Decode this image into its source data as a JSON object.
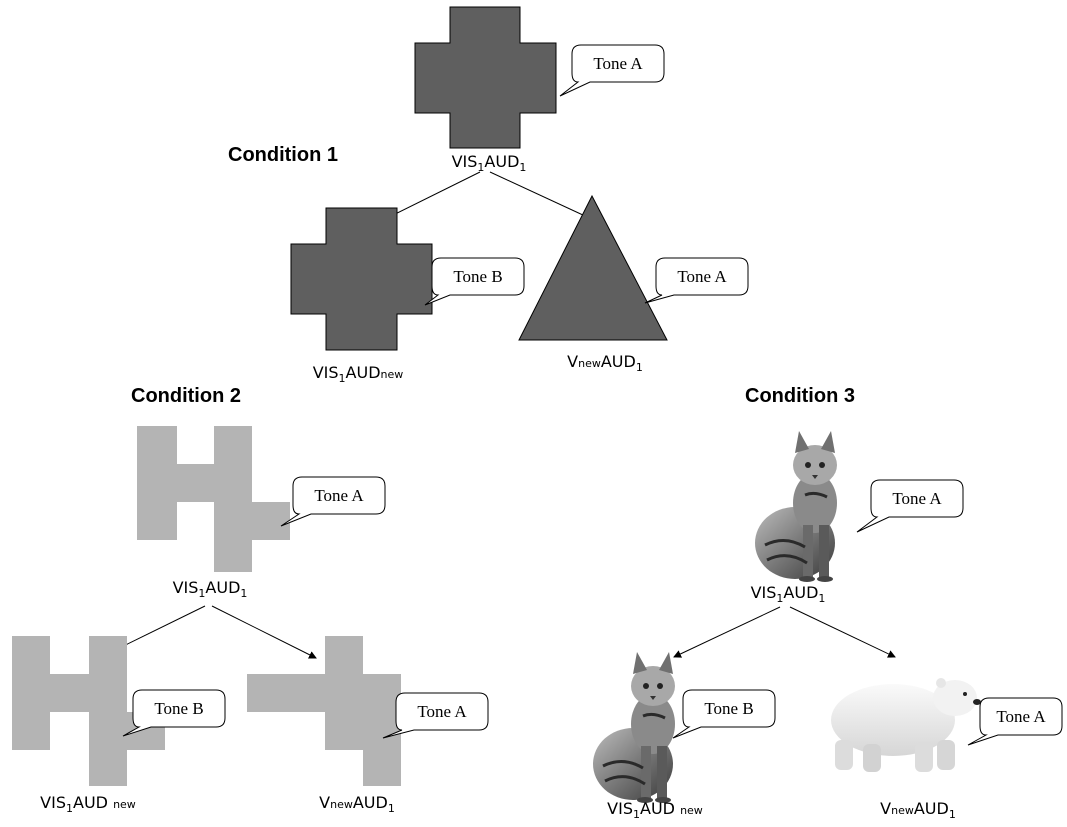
{
  "colors": {
    "dark_shape": "#5f5f5f",
    "light_shape": "#b4b4b4",
    "outline": "#000000",
    "bubble_fill": "#ffffff"
  },
  "condition1": {
    "title": "Condition 1",
    "root": {
      "label_prefix": "VIS",
      "label_sub1": "1",
      "label_mid": "AUD",
      "label_sub2": "1",
      "tone": "Tone A",
      "shape": "cross"
    },
    "left": {
      "label_prefix": "VIS",
      "label_sub1": "1",
      "label_mid": "AUD",
      "label_sub2": "new",
      "tone": "Tone B",
      "shape": "cross"
    },
    "right": {
      "label_prefix": "V",
      "label_sub1": "new",
      "label_mid": "AUD",
      "label_sub2": "1",
      "tone": "Tone A",
      "shape": "triangle"
    }
  },
  "condition2": {
    "title": "Condition 2",
    "root": {
      "label_prefix": "VIS",
      "label_sub1": "1",
      "label_mid": "AUD",
      "label_sub2": "1",
      "tone": "Tone A",
      "shape": "irregular-block"
    },
    "left": {
      "label_prefix": "VIS",
      "label_sub1": "1",
      "label_mid": "AUD ",
      "label_sub2": "new",
      "tone": "Tone B",
      "shape": "irregular-block"
    },
    "right": {
      "label_prefix": "V",
      "label_sub1": "new",
      "label_mid": "AUD",
      "label_sub2": "1",
      "tone": "Tone A",
      "shape": "irregular-block-variant"
    }
  },
  "condition3": {
    "title": "Condition 3",
    "root": {
      "label_prefix": "VIS",
      "label_sub1": "1",
      "label_mid": "AUD",
      "label_sub2": "1",
      "tone": "Tone A",
      "image": "cat"
    },
    "left": {
      "label_prefix": "VIS",
      "label_sub1": "1",
      "label_mid": "AUD ",
      "label_sub2": "new",
      "tone": "Tone B",
      "image": "cat"
    },
    "right": {
      "label_prefix": "V",
      "label_sub1": "new",
      "label_mid": "AUD",
      "label_sub2": "1",
      "tone": "Tone A",
      "image": "polar-bear"
    }
  }
}
